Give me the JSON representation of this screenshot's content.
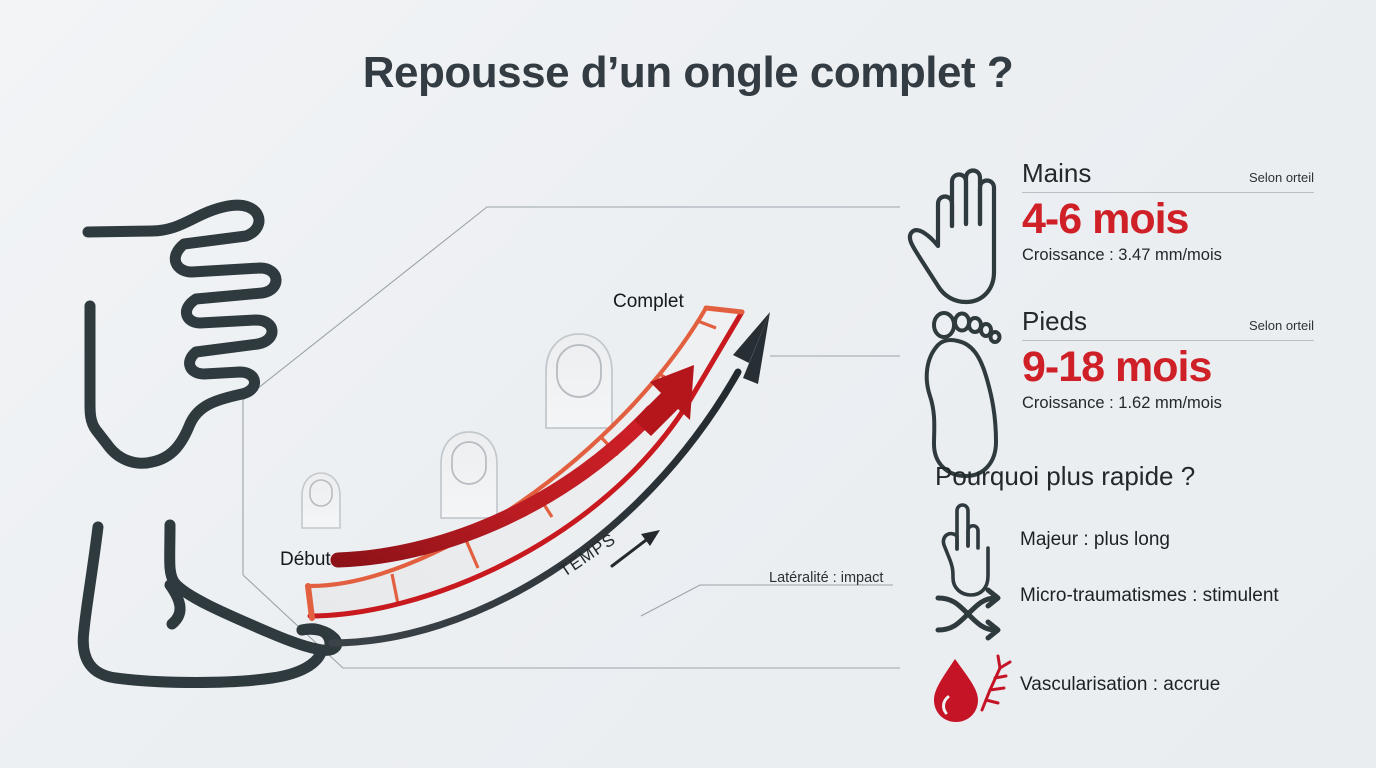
{
  "title": "Repousse d’un ongle complet ?",
  "diagram": {
    "start_label": "Début",
    "end_label": "Complet",
    "time_label": "TEMPS",
    "side_note": "Latéralité : impact",
    "hand_illustration": "hand-outline-icon",
    "foot_illustration": "foot-outline-icon",
    "nail_stages": [
      "nail-stage-small",
      "nail-stage-medium",
      "nail-stage-large"
    ],
    "colors": {
      "accent_red": "#cf1f27",
      "ribbon_edge": "#e2603f",
      "dark": "#2b3338",
      "leader_line": "#9aa3a9"
    }
  },
  "stats": [
    {
      "name": "Mains",
      "note": "Selon orteil",
      "value": "4-6 mois",
      "growth": "Croissance : 3.47 mm/mois",
      "icon": "hand-icon"
    },
    {
      "name": "Pieds",
      "note": "Selon orteil",
      "value": "9-18 mois",
      "growth": "Croissance : 1.62 mm/mois",
      "icon": "foot-icon"
    }
  ],
  "reasons_section": {
    "title": "Pourquoi plus rapide ?",
    "items": [
      {
        "text": "Majeur : plus long",
        "icon": "pointing-finger-icon"
      },
      {
        "text": "Micro-traumatismes : stimulent",
        "icon": "shuffle-icon"
      },
      {
        "text": "Vascularisation : accrue",
        "icon": "blood-drop-icon"
      }
    ]
  }
}
